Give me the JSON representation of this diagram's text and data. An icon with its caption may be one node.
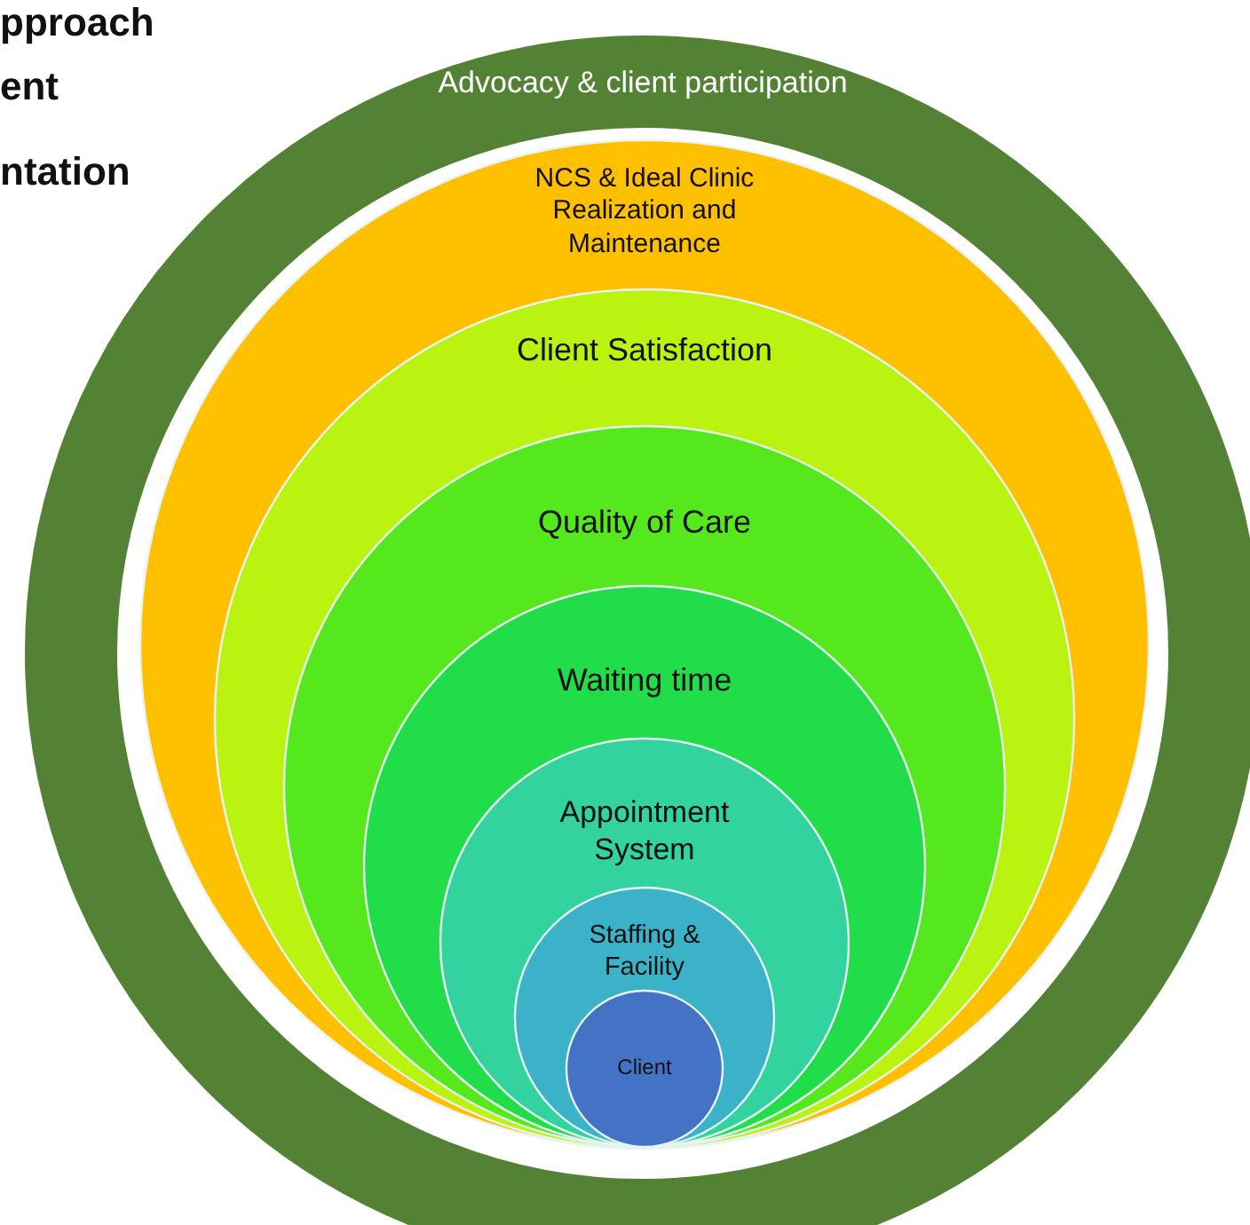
{
  "diagram": {
    "nodes": [
      {
        "text": [
          "Advocacy & client participation"
        ]
      },
      {
        "text": [
          "NCS & Ideal Clinic Realization and Maintenance"
        ],
        "in": 0
      },
      {
        "text": [
          "Client Satisfaction"
        ],
        "in": 1
      },
      {
        "text": [
          "Quality of Care"
        ],
        "in": 2
      },
      {
        "text": [
          "Waiting time"
        ],
        "in": 3
      },
      {
        "text": [
          "Appointment System"
        ],
        "in": 4
      },
      {
        "text": [
          "Staffing & Facility"
        ],
        "in": 5
      },
      {
        "text": [
          "Client"
        ],
        "in": 6
      }
    ],
    "labels": [
      "pproach",
      "ent",
      "ntation"
    ]
  }
}
